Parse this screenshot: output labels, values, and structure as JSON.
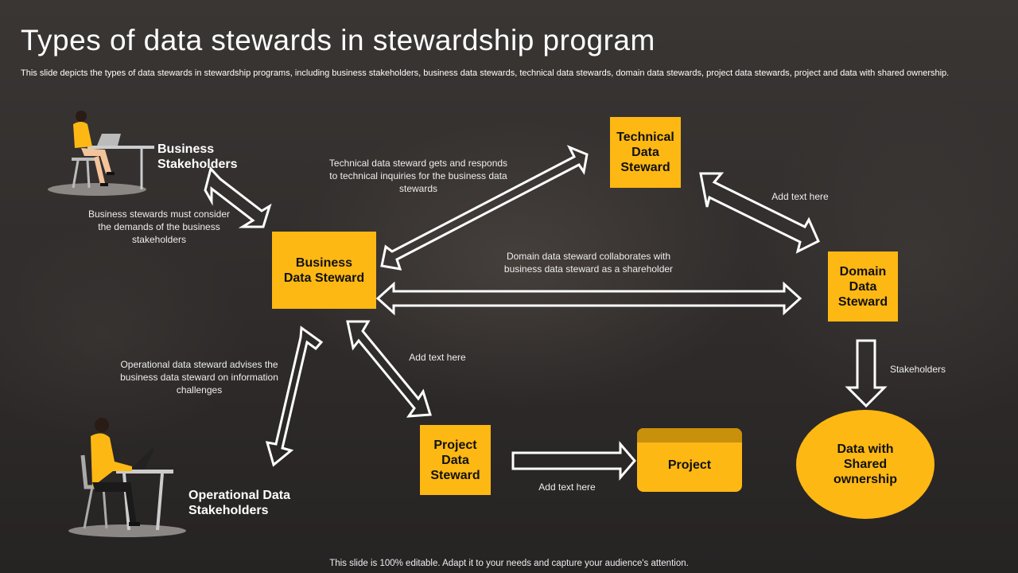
{
  "slide": {
    "title": "Types of data stewards in stewardship program",
    "subtitle": "This slide depicts the types of data stewards in stewardship programs, including business stakeholders, business data stewards, technical data stewards, domain data stewards, project data stewards, project and data with shared ownership.",
    "footer": "This slide is 100% editable. Adapt it to your needs and capture your audience's attention."
  },
  "nodes": {
    "business_data_steward": "Business Data Steward",
    "technical_data_steward": "Technical Data Steward",
    "domain_data_steward": "Domain Data Steward",
    "project_data_steward": "Project Data Steward",
    "project": "Project",
    "shared_ownership": "Data with Shared ownership",
    "business_stakeholders": "Business Stakeholders",
    "operational_stakeholders": "Operational Data Stakeholders"
  },
  "edge_labels": {
    "business_stakeholders_note": "Business stewards must consider the demands of the business stakeholders",
    "technical_note": "Technical data steward gets and responds to technical inquiries for the business data stewards",
    "domain_note": "Domain data steward collaborates with business data steward as a shareholder",
    "technical_domain": "Add text here",
    "domain_shared": "Stakeholders",
    "business_project": "Add text here",
    "project_arrow": "Add text here",
    "operational_note": "Operational data steward advises the business data steward on information challenges"
  },
  "colors": {
    "accent": "#fdb813",
    "background": "#2a2727",
    "text": "#ffffff"
  }
}
